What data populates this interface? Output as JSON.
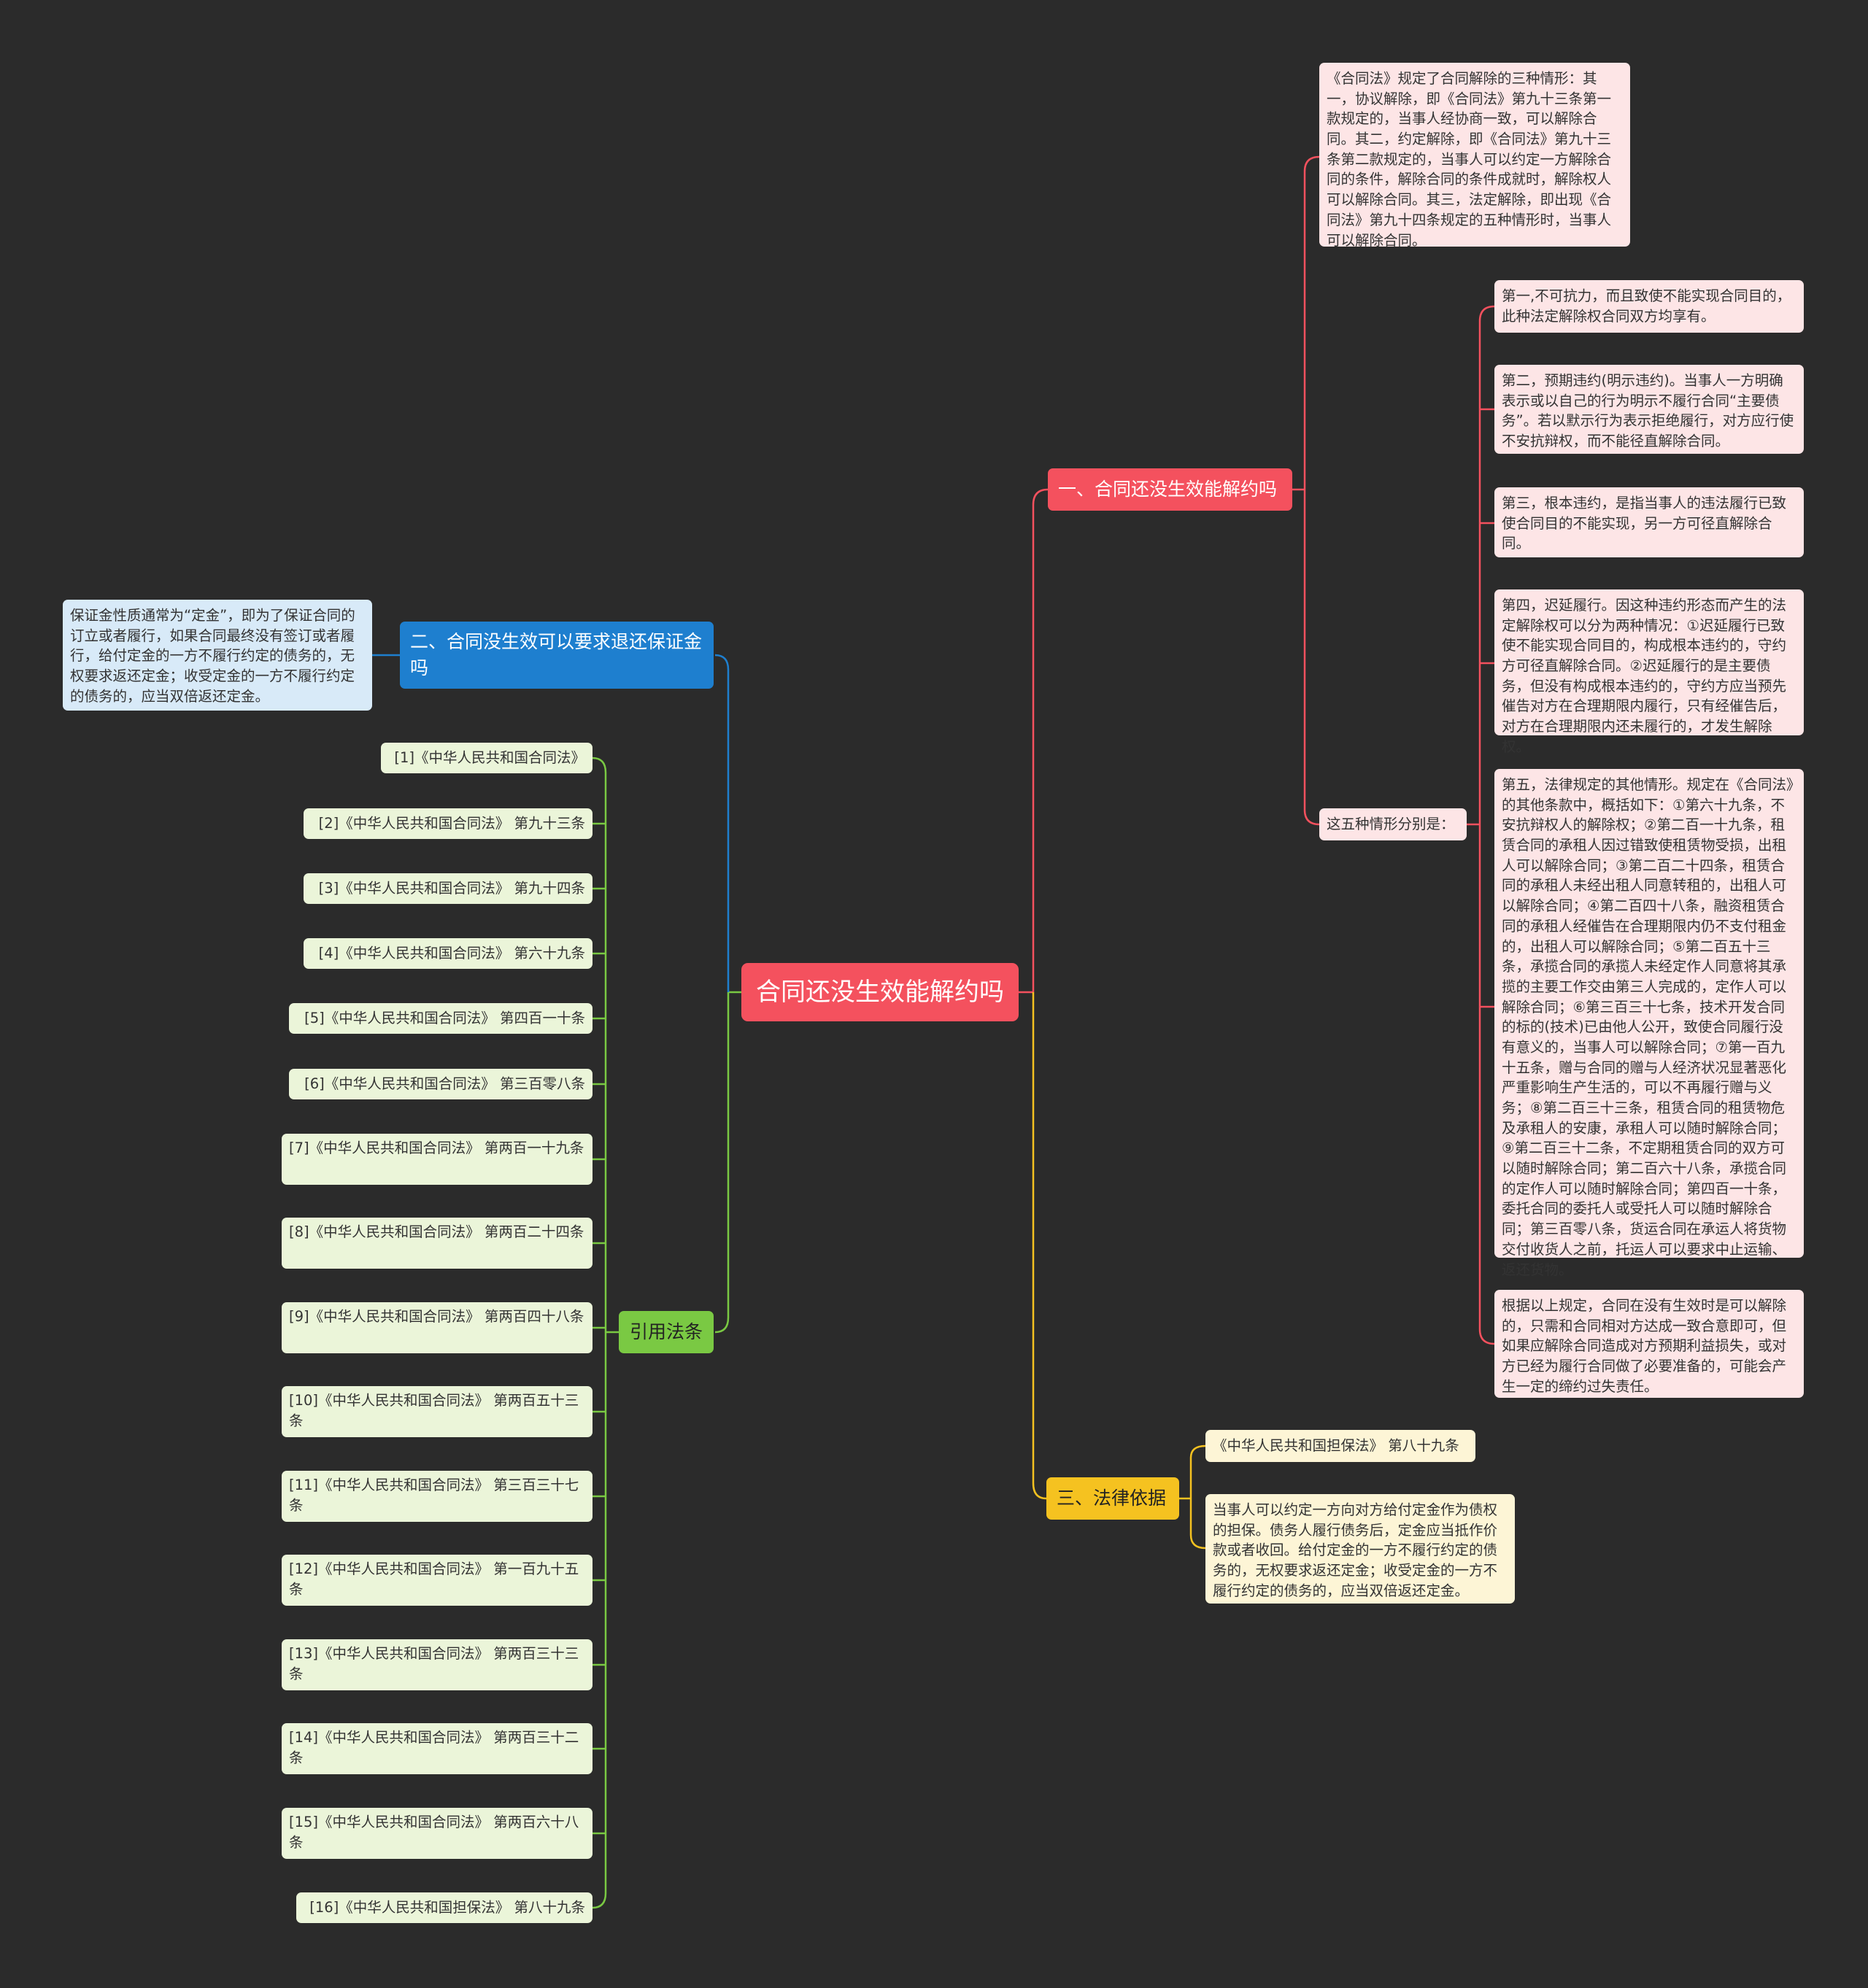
{
  "root": {
    "label": "合同还没生效能解约吗"
  },
  "branch1": {
    "label": "一、合同还没生效能解约吗",
    "intro": "《合同法》规定了合同解除的三种情形：其一，协议解除，即《合同法》第九十三条第一款规定的，当事人经协商一致，可以解除合同。其二，约定解除，即《合同法》第九十三条第二款规定的，当事人可以约定一方解除合同的条件，解除合同的条件成就时，解除权人可以解除合同。其三，法定解除，即出现《合同法》第九十四条规定的五种情形时，当事人可以解除合同。",
    "sub_label": "这五种情形分别是：",
    "items": [
      "第一,不可抗力，而且致使不能实现合同目的，此种法定解除权合同双方均享有。",
      "第二，预期违约(明示违约)。当事人一方明确表示或以自己的行为明示不履行合同“主要债务”。若以默示行为表示拒绝履行，对方应行使不安抗辩权，而不能径直解除合同。",
      "第三，根本违约，是指当事人的违法履行已致使合同目的不能实现，另一方可径直解除合同。",
      "第四，迟延履行。因这种违约形态而产生的法定解除权可以分为两种情况：①迟延履行已致使不能实现合同目的，构成根本违约的，守约方可径直解除合同。②迟延履行的是主要债务，但没有构成根本违约的，守约方应当预先催告对方在合理期限内履行，只有经催告后，对方在合理期限内还未履行的，才发生解除权。",
      "第五，法律规定的其他情形。规定在《合同法》的其他条款中，概括如下：①第六十九条，不安抗辩权人的解除权；②第二百一十九条，租赁合同的承租人因过错致使租赁物受损，出租人可以解除合同；③第二百二十四条，租赁合同的承租人未经出租人同意转租的，出租人可以解除合同；④第二百四十八条，融资租赁合同的承租人经催告在合理期限内仍不支付租金的，出租人可以解除合同；⑤第二百五十三条，承揽合同的承揽人未经定作人同意将其承揽的主要工作交由第三人完成的，定作人可以解除合同；⑥第三百三十七条，技术开发合同的标的(技术)已由他人公开，致使合同履行没有意义的，当事人可以解除合同；⑦第一百九十五条，赠与合同的赠与人经济状况显著恶化严重影响生产生活的，可以不再履行赠与义务；⑧第二百三十三条，租赁合同的租赁物危及承租人的安康，承租人可以随时解除合同；⑨第二百三十二条，不定期租赁合同的双方可以随时解除合同；第二百六十八条，承揽合同的定作人可以随时解除合同；第四百一十条，委托合同的委托人或受托人可以随时解除合同；第三百零八条，货运合同在承运人将货物交付收货人之前，托运人可以要求中止运输、返还货物。",
      "根据以上规定，合同在没有生效时是可以解除的，只需和合同相对方达成一致合意即可，但如果应解除合同造成对方预期利益损失，或对方已经为履行合同做了必要准备的，可能会产生一定的缔约过失责任。"
    ]
  },
  "branch2": {
    "label": "二、合同没生效可以要求退还保证金吗",
    "detail": "保证金性质通常为“定金”，即为了保证合同的订立或者履行，如果合同最终没有签订或者履行，给付定金的一方不履行约定的债务的，无权要求返还定金；收受定金的一方不履行约定的债务的，应当双倍返还定金。"
  },
  "branch3": {
    "label": "三、法律依据",
    "items": [
      "《中华人民共和国担保法》 第八十九条",
      "当事人可以约定一方向对方给付定金作为债权的担保。债务人履行债务后，定金应当抵作价款或者收回。给付定金的一方不履行约定的债务的，无权要求返还定金；收受定金的一方不履行约定的债务的，应当双倍返还定金。"
    ]
  },
  "branch4": {
    "label": "引用法条",
    "items": [
      "[1]《中华人民共和国合同法》",
      "[2]《中华人民共和国合同法》 第九十三条",
      "[3]《中华人民共和国合同法》 第九十四条",
      "[4]《中华人民共和国合同法》 第六十九条",
      "[5]《中华人民共和国合同法》 第四百一十条",
      "[6]《中华人民共和国合同法》 第三百零八条",
      "[7]《中华人民共和国合同法》 第两百一十九条",
      "[8]《中华人民共和国合同法》 第两百二十四条",
      "[9]《中华人民共和国合同法》 第两百四十八条",
      "[10]《中华人民共和国合同法》 第两百五十三条",
      "[11]《中华人民共和国合同法》 第三百三十七条",
      "[12]《中华人民共和国合同法》 第一百九十五条",
      "[13]《中华人民共和国合同法》 第两百三十三条",
      "[14]《中华人民共和国合同法》 第两百三十二条",
      "[15]《中华人民共和国合同法》 第两百六十八条",
      "[16]《中华人民共和国担保法》 第八十九条"
    ]
  },
  "colors": {
    "background": "#2b2b2b",
    "branch1": "#f4515e",
    "branch2": "#1e7fcf",
    "branch3": "#f5c220",
    "branch4": "#7ac943"
  }
}
